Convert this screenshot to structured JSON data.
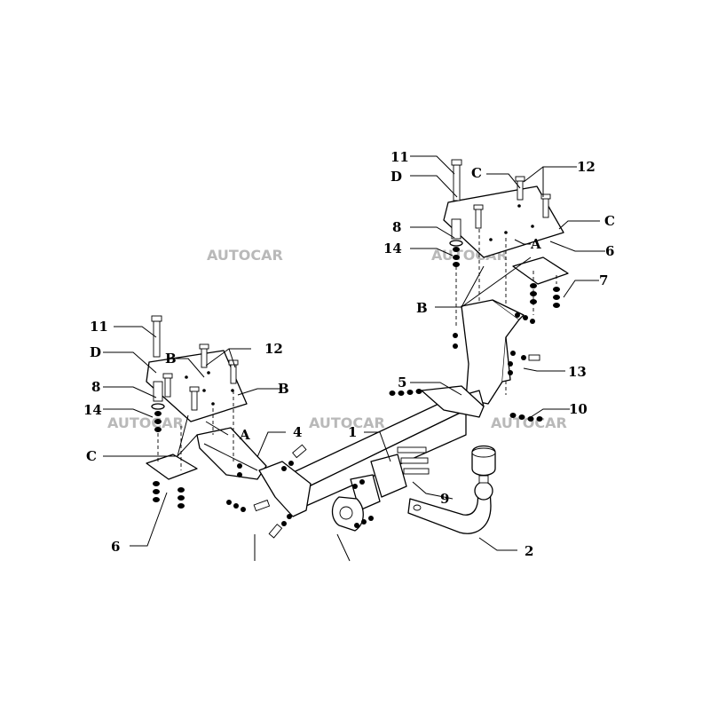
{
  "watermark": "AUTOCAR",
  "labels": {
    "l11a": "11",
    "lCa": "C",
    "l12a": "12",
    "lDa": "D",
    "lCb": "C",
    "l8a": "8",
    "l14a": "14",
    "lAa": "A",
    "l6a": "6",
    "l7": "7",
    "lBa": "B",
    "l13": "13",
    "l5": "5",
    "l10": "10",
    "l11b": "11",
    "l12b": "12",
    "lDb": "D",
    "lBb": "B",
    "lBc": "B",
    "l8b": "8",
    "l14b": "14",
    "lAb": "A",
    "l4": "4",
    "l1": "1",
    "lCc": "C",
    "l6b": "6",
    "l9": "9",
    "l2": "2"
  }
}
